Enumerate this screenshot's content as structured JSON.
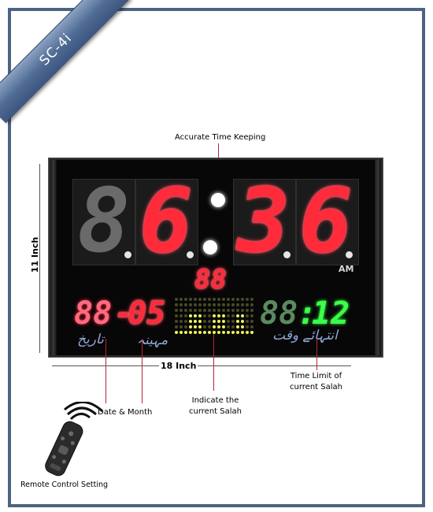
{
  "badge": {
    "label": "SC-4i"
  },
  "clock": {
    "time_digits": [
      "8",
      "6",
      "3",
      "6"
    ],
    "ampm": "AM",
    "salah_counter": "88",
    "date_day": "88",
    "date_month": "05",
    "limit_hours": "88",
    "limit_minutes": "12"
  },
  "labels": {
    "date_urdu": "تاریخ",
    "month_urdu": "مہینہ",
    "limit_urdu": "انتہائے وقت"
  },
  "callouts": {
    "accurate_time": "Accurate Time Keeping",
    "height": "11 Inch",
    "width": "18 Inch",
    "time_limit_line1": "Time Limit of",
    "time_limit_line2": "current Salah",
    "date_month": "Date & Month",
    "indicate_line1": "Indicate the",
    "indicate_line2": "current Salah",
    "remote": "Remote Control Setting"
  },
  "colors": {
    "frame": "#4e6383",
    "segment_red": "#ff2a3a",
    "segment_green": "#3cff4a",
    "leader_line": "#b8233a",
    "urdu_label": "#8fa6d8"
  }
}
